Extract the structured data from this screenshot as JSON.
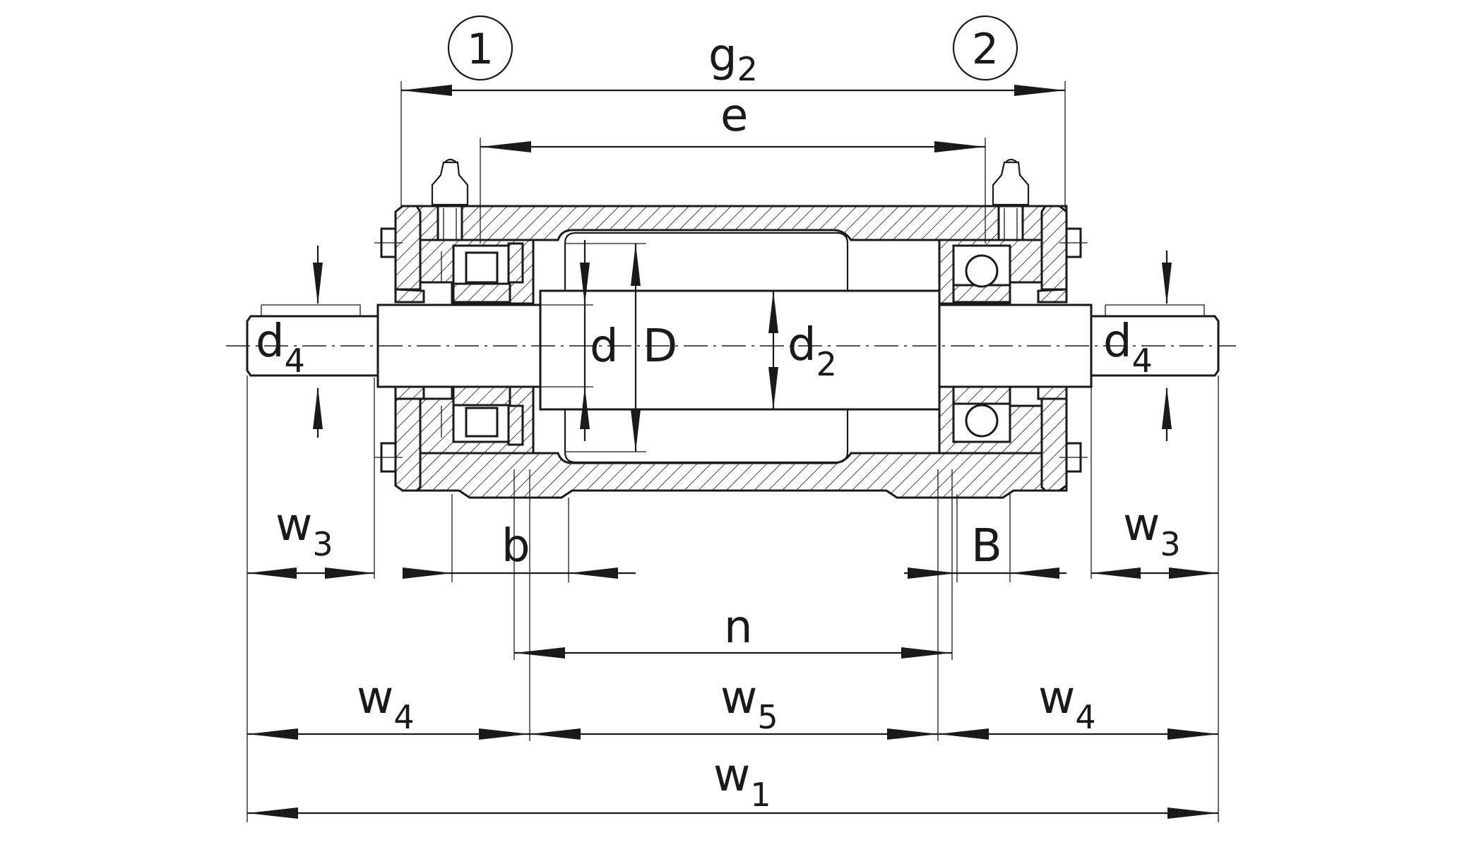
{
  "callouts": {
    "left": "1",
    "right": "2"
  },
  "labels": {
    "g": "g",
    "g_sub": "2",
    "e": "e",
    "d_left": "d",
    "d_left_sub": "4",
    "d": "d",
    "D": "D",
    "d2": "d",
    "d2_sub": "2",
    "d_right": "d",
    "d_right_sub": "4",
    "w3_left": "w",
    "w3_left_sub": "3",
    "b": "b",
    "B": "B",
    "w3_right": "w",
    "w3_right_sub": "3",
    "n": "n",
    "w4_left": "w",
    "w4_left_sub": "4",
    "w5": "w",
    "w5_sub": "5",
    "w4_right": "w",
    "w4_right_sub": "4",
    "w1": "w",
    "w1_sub": "1"
  }
}
